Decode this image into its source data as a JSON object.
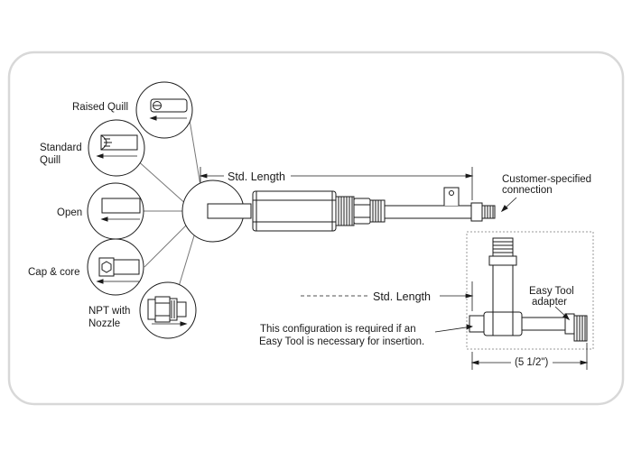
{
  "labels": {
    "raised_quill": "Raised Quill",
    "standard_quill_line1": "Standard",
    "standard_quill_line2": "Quill",
    "open": "Open",
    "cap_and_core": "Cap & core",
    "npt_nozzle_line1": "NPT with",
    "npt_nozzle_line2": "Nozzle",
    "std_length_top": "Std. Length",
    "customer_connection_line1": "Customer-specified",
    "customer_connection_line2": "connection",
    "std_length_bottom": "Std. Length",
    "easy_tool_adapter_line1": "Easy Tool",
    "easy_tool_adapter_line2": "adapter",
    "config_note_line1": "This configuration is required if an",
    "config_note_line2": "Easy Tool is necessary for insertion.",
    "adapter_dimension": "(5 1/2\")"
  }
}
